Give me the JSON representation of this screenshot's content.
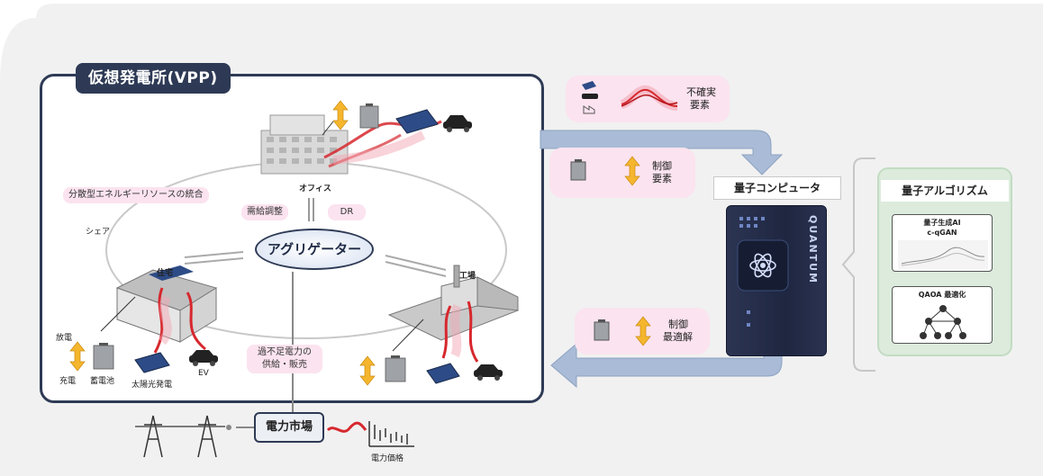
{
  "vpp": {
    "title": "仮想発電所(VPP)",
    "aggregator": "アグリゲーター",
    "office_label": "オフィス",
    "integration_label": "分散型エネルギーリソースの統合",
    "supply_demand_label": "需給調整",
    "dr_label": "DR",
    "share_label": "シェア",
    "house_label": "住宅",
    "factory_label": "工場",
    "discharge_label": "放電",
    "charge_label": "充電",
    "storage_label": "蓄電池",
    "solar_label": "太陽光発電",
    "ev_label": "EV",
    "surplus_label_line1": "過不足電力の",
    "surplus_label_line2": "供給・販売"
  },
  "market": {
    "label": "電力市場",
    "price_label": "電力価格"
  },
  "uncertain_panel": {
    "line1": "不確実",
    "line2": "要素"
  },
  "control_panel": {
    "line1": "制御",
    "line2": "要素"
  },
  "optimal_panel": {
    "line1": "制御",
    "line2": "最適解"
  },
  "quantum_computer": {
    "title": "量子コンピュータ",
    "brand": "QUANTUM"
  },
  "algorithms": {
    "title": "量子アルゴリズム",
    "card1_line1": "量子生成AI",
    "card1_line2": "c-qGAN",
    "card2": "QAOA 最適化"
  },
  "colors": {
    "navy": "#2e3a55",
    "pink": "#fbe3ef",
    "green_panel": "#dcebdc",
    "arrow_blue": "#a9bbd6",
    "flow_red": "#d6282e"
  }
}
